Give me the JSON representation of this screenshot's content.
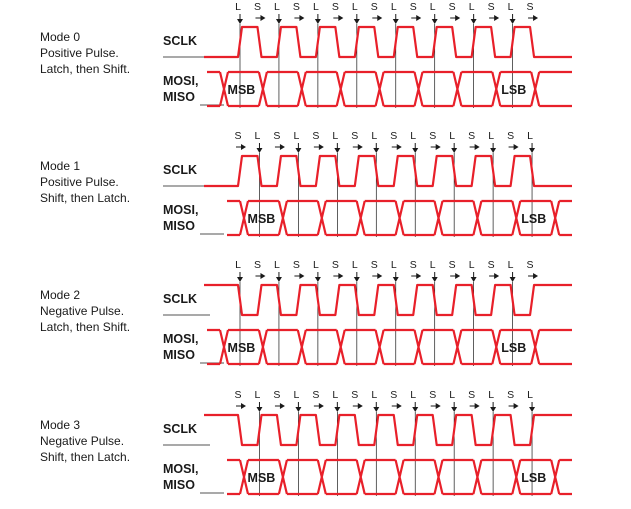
{
  "colors": {
    "waveform": "#e8202a",
    "ink": "#1a1a1a",
    "background": "#ffffff"
  },
  "signal_labels": {
    "clock": "SCLK",
    "data_line1": "MOSI,",
    "data_line2": "MISO"
  },
  "modes": [
    {
      "title": "Mode 0",
      "line2": "Positive Pulse.",
      "line3": "Latch, then Shift.",
      "clock_idle": "low",
      "edge_labels": [
        "L",
        "S",
        "L",
        "S",
        "L",
        "S",
        "L",
        "S",
        "L",
        "S",
        "L",
        "S",
        "L",
        "S",
        "L",
        "S"
      ],
      "first_bit": "MSB",
      "last_bit": "LSB"
    },
    {
      "title": "Mode 1",
      "line2": "Positive Pulse.",
      "line3": "Shift, then Latch.",
      "clock_idle": "low",
      "edge_labels": [
        "S",
        "L",
        "S",
        "L",
        "S",
        "L",
        "S",
        "L",
        "S",
        "L",
        "S",
        "L",
        "S",
        "L",
        "S",
        "L"
      ],
      "first_bit": "MSB",
      "last_bit": "LSB"
    },
    {
      "title": "Mode 2",
      "line2": "Negative Pulse.",
      "line3": "Latch, then Shift.",
      "clock_idle": "high",
      "edge_labels": [
        "L",
        "S",
        "L",
        "S",
        "L",
        "S",
        "L",
        "S",
        "L",
        "S",
        "L",
        "S",
        "L",
        "S",
        "L",
        "S"
      ],
      "first_bit": "MSB",
      "last_bit": "LSB"
    },
    {
      "title": "Mode 3",
      "line2": "Negative Pulse.",
      "line3": "Shift, then Latch.",
      "clock_idle": "high",
      "edge_labels": [
        "S",
        "L",
        "S",
        "L",
        "S",
        "L",
        "S",
        "L",
        "S",
        "L",
        "S",
        "L",
        "S",
        "L",
        "S",
        "L"
      ],
      "first_bit": "MSB",
      "last_bit": "LSB"
    }
  ]
}
